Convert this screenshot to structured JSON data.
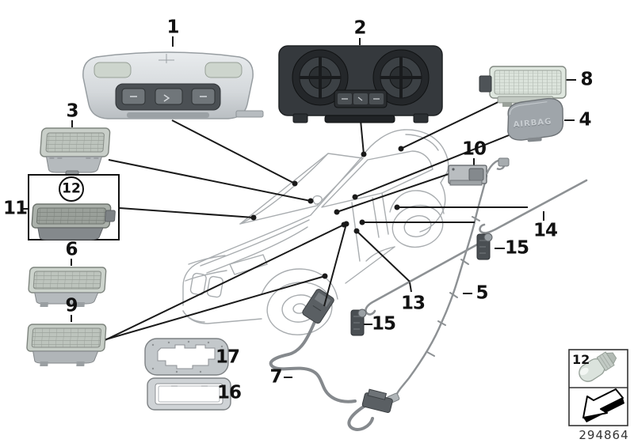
{
  "diagram": {
    "callouts": {
      "n1": "1",
      "n2": "2",
      "n3": "3",
      "n4": "4",
      "n5": "5",
      "n6": "6",
      "n7": "7",
      "n8": "8",
      "n9": "9",
      "n10": "10",
      "n11": "11",
      "n12_circled": "12",
      "n13": "13",
      "n14": "14",
      "n15a": "15",
      "n15b": "15",
      "n16": "16",
      "n17": "17"
    },
    "legend": {
      "bulb_ref": "12",
      "part_code": "294864"
    },
    "emblem_text": "AIRBAG",
    "colors": {
      "leader_line": "#1a1a1a",
      "car_outline": "#a9adb0",
      "wire_gray": "#8d9194",
      "lamp_body": "#ccd3cc",
      "dark_panel": "#34383c"
    }
  }
}
